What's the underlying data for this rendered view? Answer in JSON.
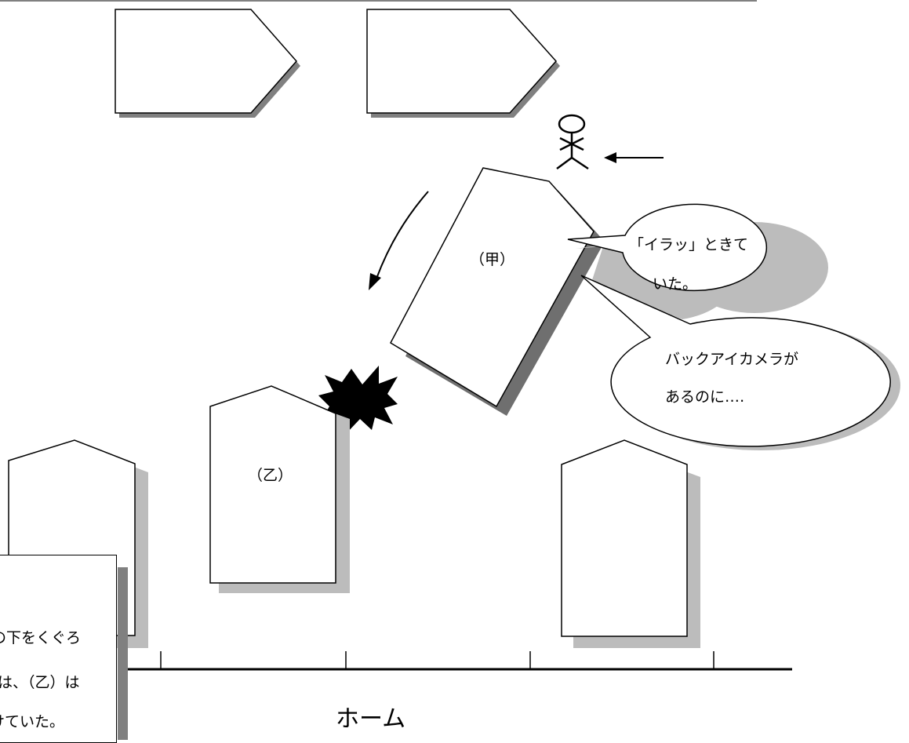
{
  "labels": {
    "car_ko": "（甲）",
    "car_otsu": "（乙）",
    "platform": "ホーム"
  },
  "bubbles": {
    "irritated_line1": "「イラッ」ときて",
    "irritated_line2": "いた。",
    "camera_line1": "バックアイカメラが",
    "camera_line2": "あるのに‥‥"
  },
  "note": {
    "line1": "の下をくぐろ",
    "line2": "は、（乙）は",
    "line3": "けていた。"
  }
}
